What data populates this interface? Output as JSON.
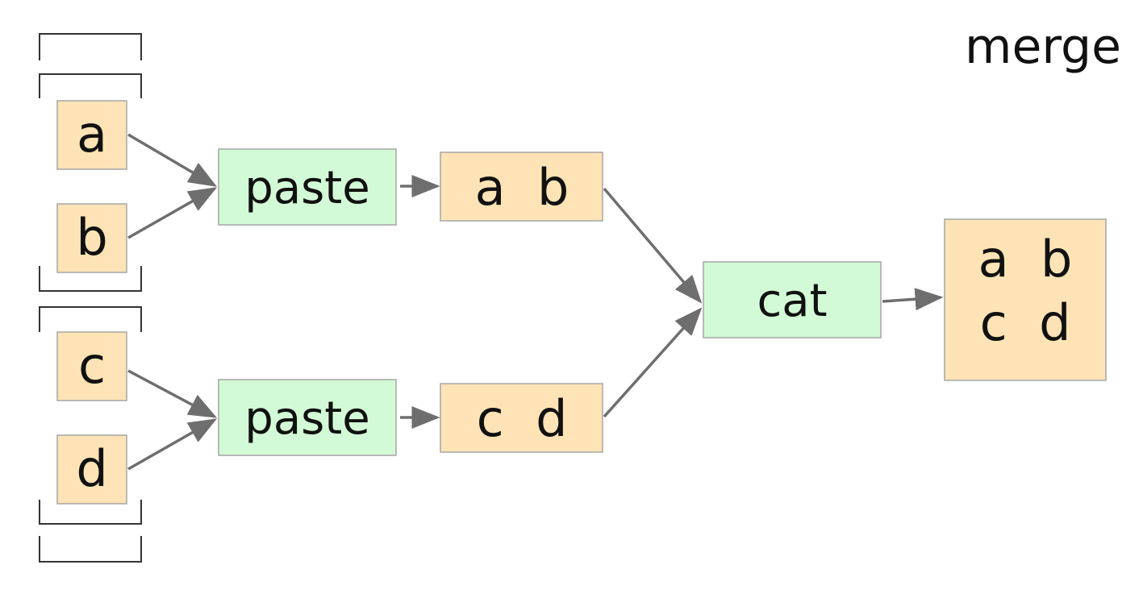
{
  "title": "merge",
  "inputs": {
    "a": "a",
    "b": "b",
    "c": "c",
    "d": "d"
  },
  "operations": {
    "paste_top": "paste",
    "paste_bottom": "paste",
    "cat": "cat"
  },
  "intermediate": {
    "ab": "a  b",
    "cd": "c  d"
  },
  "result": {
    "line1": "a  b",
    "line2": "c  d"
  },
  "colors": {
    "data_fill": "#fde3b5",
    "operation_fill": "#d3fad6",
    "arrow": "#6e6e6e"
  }
}
